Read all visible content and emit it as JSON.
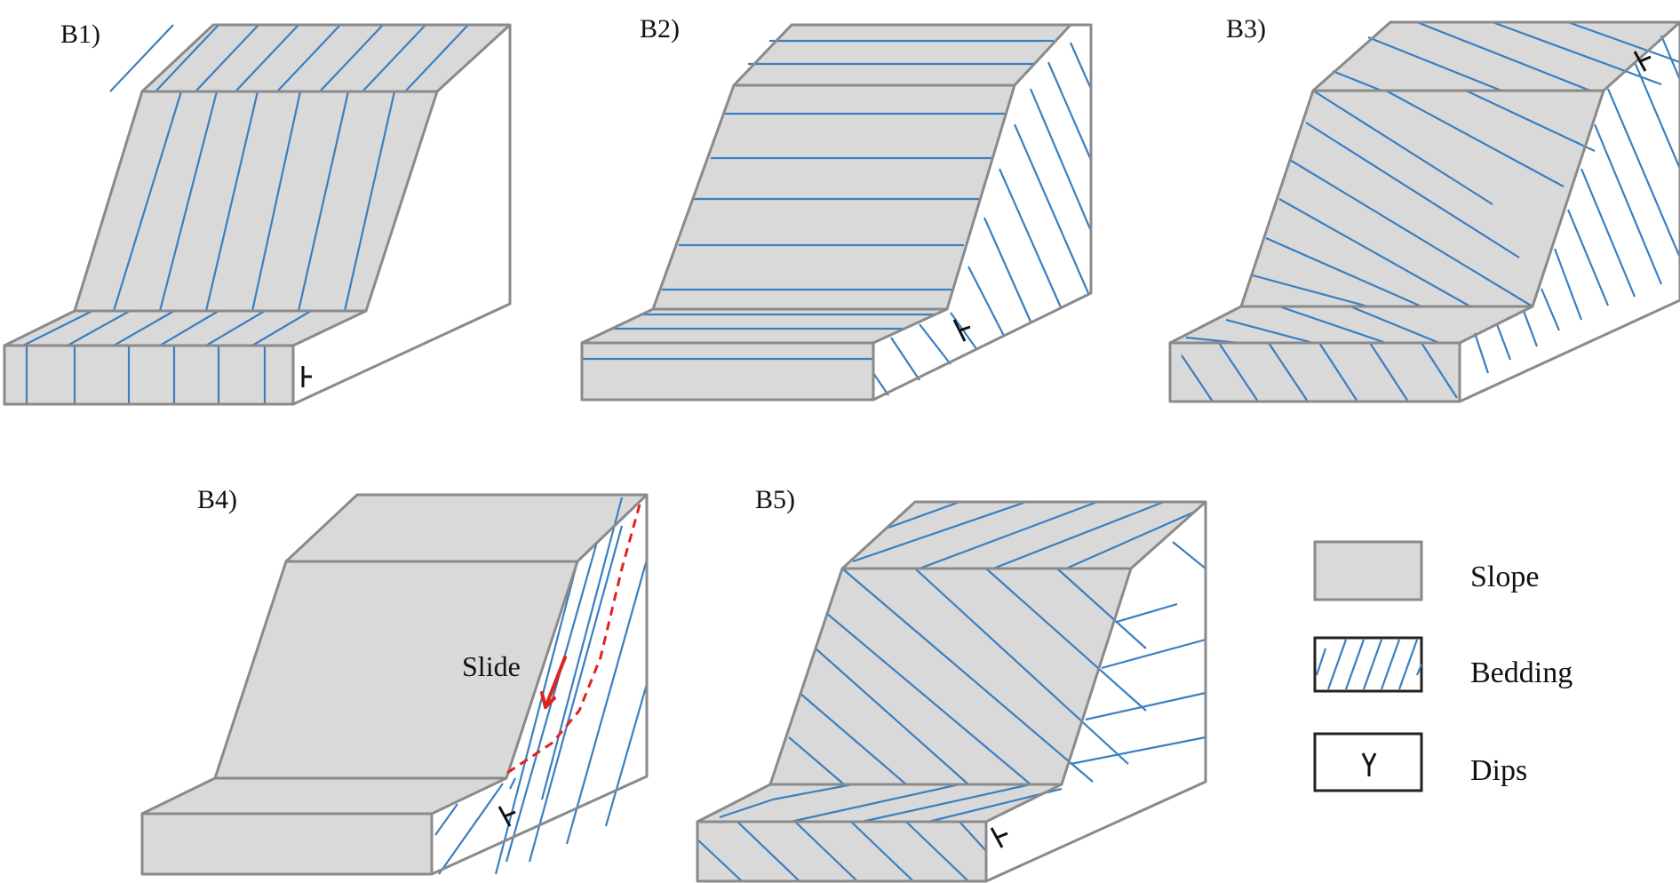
{
  "panels": {
    "b1": "B1)",
    "b2": "B2)",
    "b3": "B3)",
    "b4": "B4)",
    "b5": "B5)"
  },
  "annotation": {
    "slide": "Slide"
  },
  "legend": {
    "slope": "Slope",
    "bedding": "Bedding",
    "dips": "Dips"
  },
  "colors": {
    "slope_fill": "#d9d9d9",
    "outline": "#8a8a8a",
    "bedding": "#3a7fc1",
    "slide": "#e0231f",
    "dip_symbol": "#111111"
  }
}
